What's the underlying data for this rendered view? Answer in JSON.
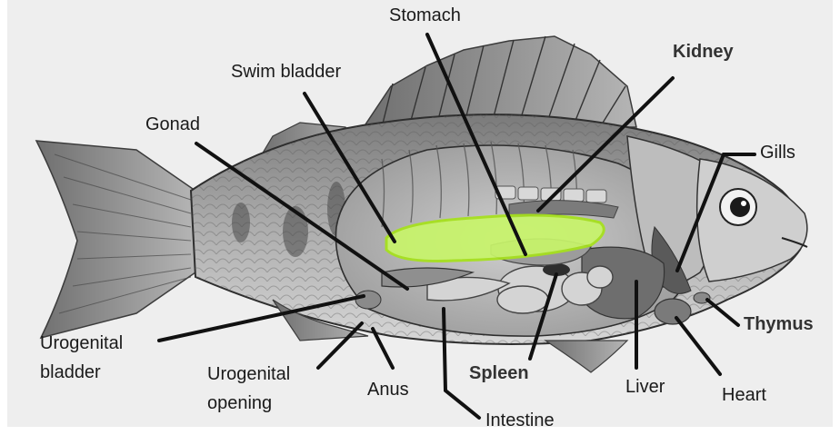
{
  "labels": {
    "stomach": "Stomach",
    "kidney": "Kidney",
    "swim_bladder": "Swim bladder",
    "gonad": "Gonad",
    "gills": "Gills",
    "thymus": "Thymus",
    "urogenital_bladder": "Urogenital\nbladder",
    "urogenital_opening": "Urogenital\nopening",
    "anus": "Anus",
    "spleen": "Spleen",
    "liver": "Liver",
    "heart": "Heart",
    "intestine": "Intestine"
  },
  "colors": {
    "swim_bladder_highlight": "#c8f56a",
    "swim_bladder_outline": "#a6e21a",
    "background": "#ffffff",
    "panel": "#eeeeee",
    "leader_line": "#111111"
  }
}
